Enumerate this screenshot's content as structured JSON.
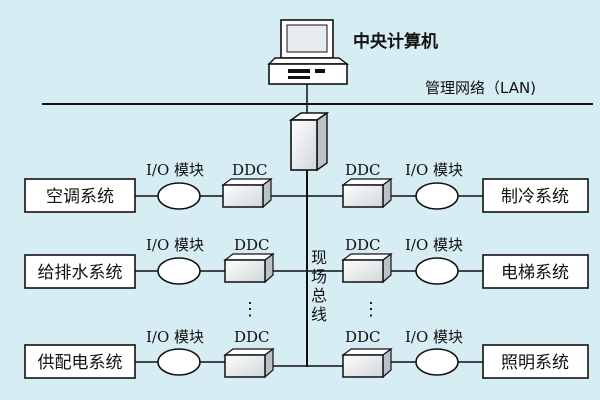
{
  "central_computer": {
    "label": "中央计算机"
  },
  "lan": {
    "label": "管理网络（LAN)"
  },
  "fieldbus": {
    "label_chars": [
      "现",
      "场",
      "总",
      "线"
    ]
  },
  "module": {
    "io_label": "I/O 模块",
    "ddc_label": "DDC"
  },
  "systems_left": [
    {
      "label": "空调系统"
    },
    {
      "label": "给排水系统"
    },
    {
      "label": "供配电系统"
    }
  ],
  "systems_right": [
    {
      "label": "制冷系统"
    },
    {
      "label": "电梯系统"
    },
    {
      "label": "照明系统"
    }
  ],
  "ellipsis": "⋮"
}
